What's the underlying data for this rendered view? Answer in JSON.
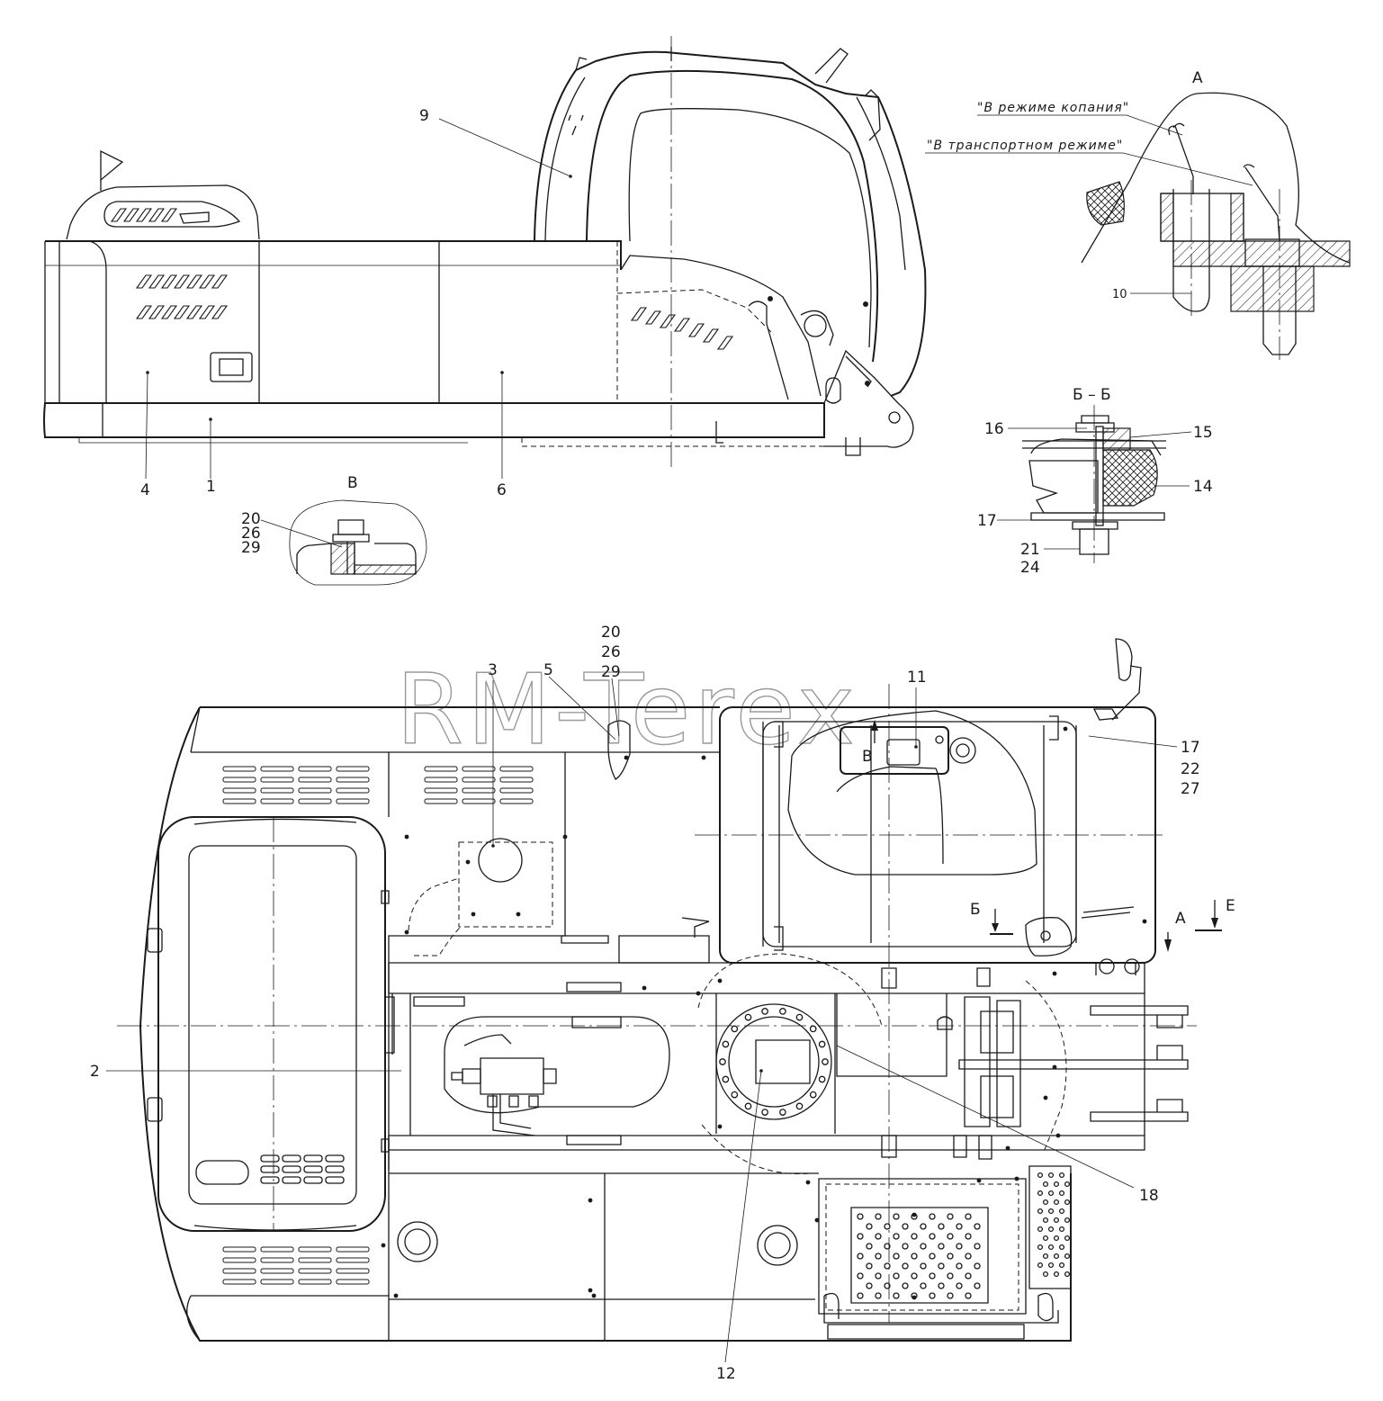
{
  "watermark": "RM-Terex",
  "views": {
    "side": {
      "labels": {
        "part_9": "9",
        "part_4": "4",
        "part_1": "1",
        "part_6": "6"
      }
    },
    "detail_A": {
      "title": "А",
      "note_digging": "\"В режиме копания\"",
      "note_transport": "\"В транспортном режиме\"",
      "part_10": "10"
    },
    "section_BB": {
      "title": "Б – Б",
      "labels": {
        "part_16": "16",
        "part_15": "15",
        "part_14": "14",
        "part_17": "17",
        "part_21": "21",
        "part_24": "24"
      }
    },
    "detail_V": {
      "title": "В",
      "labels": {
        "part_20": "20",
        "part_26": "26",
        "part_29": "29"
      }
    },
    "plan": {
      "labels": {
        "part_20": "20",
        "part_26": "26",
        "part_29": "29",
        "part_3": "3",
        "part_5": "5",
        "part_11": "11",
        "part_17": "17",
        "part_22": "22",
        "part_27": "27",
        "part_2": "2",
        "part_18": "18",
        "part_12": "12"
      },
      "view_marks": {
        "v": "В",
        "b": "Б",
        "a": "А",
        "e": "Е"
      }
    }
  }
}
